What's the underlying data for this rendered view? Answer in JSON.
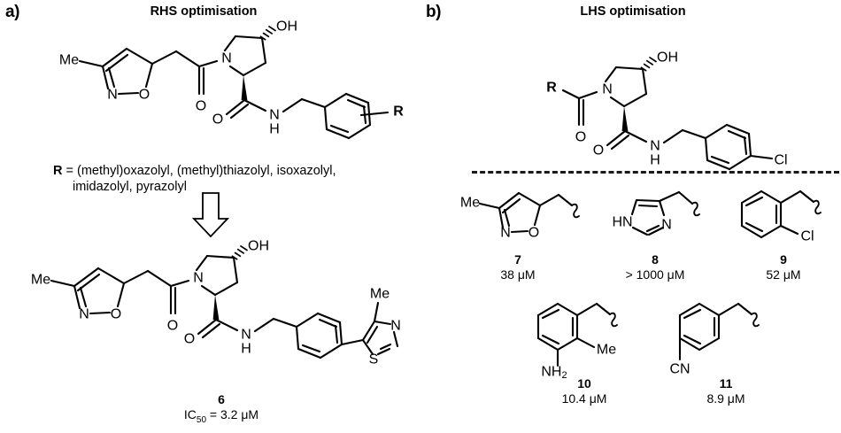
{
  "figure": {
    "background": "#ffffff",
    "ink": "#000000"
  },
  "panels": [
    {
      "id": "a",
      "letter": "a)",
      "title": "RHS optimisation",
      "r_definition_line1_prefix": "R",
      "r_definition_line1": " = (methyl)oxazolyl, (methyl)thiazolyl, isoxazolyl,",
      "r_definition_line2": "imidazolyl, pyrazolyl",
      "arrow": "down-arrow-outline",
      "top_structure": {
        "name": "generic-RHS-scaffold",
        "atom_labels": [
          "Me",
          "N",
          "O",
          "OH",
          "N",
          "O",
          "O",
          "N",
          "H",
          "R"
        ]
      },
      "bottom_structure": {
        "name": "compound-6",
        "atom_labels": [
          "Me",
          "N",
          "O",
          "OH",
          "N",
          "O",
          "O",
          "N",
          "H",
          "Me",
          "N",
          "S"
        ]
      },
      "compound": {
        "number": "6",
        "activity_label": "IC",
        "activity_sub": "50",
        "activity_value": " = 3.2 μM"
      }
    },
    {
      "id": "b",
      "letter": "b)",
      "title": "LHS optimisation",
      "top_structure": {
        "name": "generic-LHS-scaffold",
        "atom_labels": [
          "R",
          "N",
          "O",
          "OH",
          "O",
          "N",
          "H",
          "Cl"
        ]
      },
      "fragments": [
        {
          "number": "7",
          "activity": "38 μM",
          "name": "3-methylisoxazol-5-ylmethyl",
          "atom_labels": [
            "Me",
            "N",
            "O"
          ]
        },
        {
          "number": "8",
          "activity": "> 1000 μM",
          "name": "1H-imidazol-4-ylmethyl",
          "atom_labels": [
            "HN",
            "N"
          ]
        },
        {
          "number": "9",
          "activity": "52 μM",
          "name": "2-chlorobenzyl",
          "atom_labels": [
            "Cl"
          ]
        },
        {
          "number": "10",
          "activity": "10.4 μM",
          "name": "3-amino-2-methylbenzyl",
          "atom_labels": [
            "Me",
            "NH",
            "2"
          ]
        },
        {
          "number": "11",
          "activity": "8.9 μM",
          "name": "3-cyanobenzyl",
          "atom_labels": [
            "CN"
          ]
        }
      ]
    }
  ]
}
